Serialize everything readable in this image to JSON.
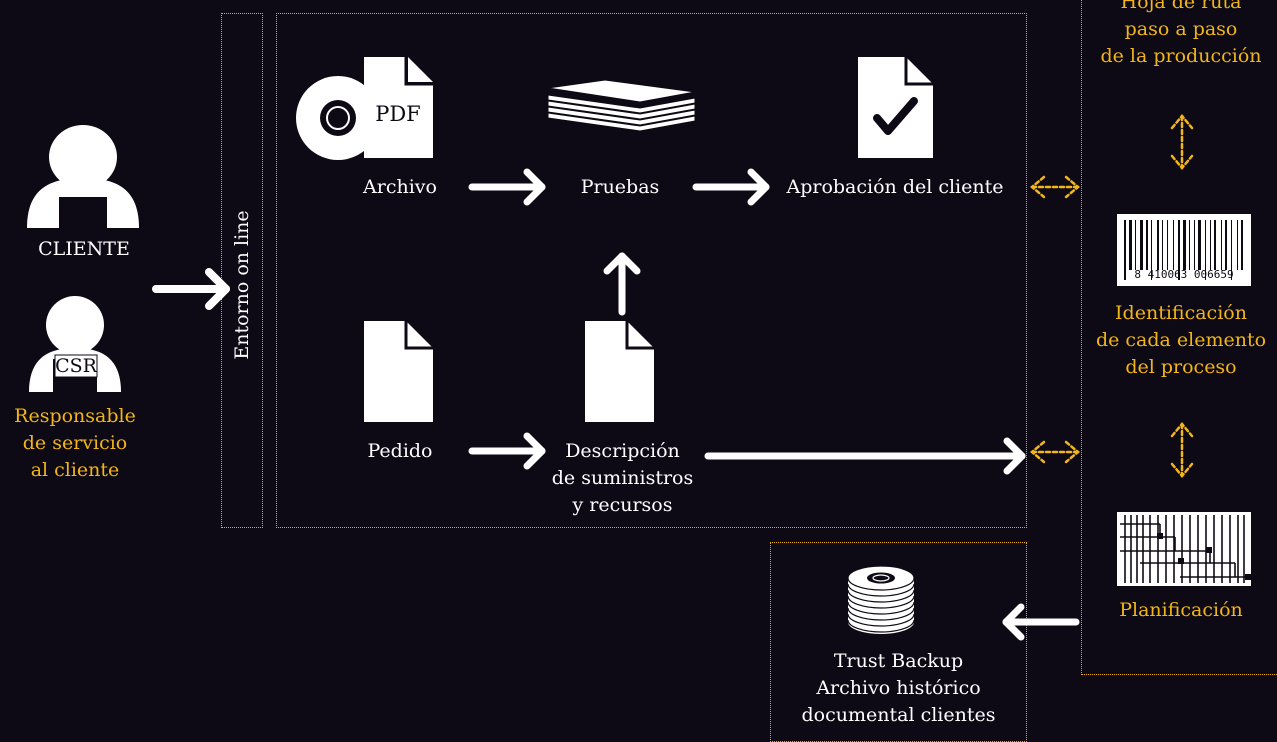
{
  "left": {
    "cliente_label": "CLIENTE",
    "csr_badge": "CSR",
    "csr_desc": [
      "Responsable",
      "de servicio",
      "al cliente"
    ]
  },
  "online": {
    "label": "Entorno on line"
  },
  "flow": {
    "archivo": "Archivo",
    "pdf_text": "PDF",
    "pruebas": "Pruebas",
    "aprobacion": "Aprobación del cliente",
    "pedido": "Pedido",
    "descripcion": [
      "Descripción",
      "de suministros",
      "y recursos"
    ]
  },
  "right": {
    "hoja": [
      "Hoja de ruta",
      "paso a paso",
      "de la producción"
    ],
    "barcode_number": "8 410063 006659",
    "identificacion": [
      "Identificación",
      "de cada elemento",
      "del proceso"
    ],
    "planificacion": "Planificación"
  },
  "backup": {
    "lines": [
      "Trust Backup",
      "Archivo histórico",
      "documental clientes"
    ]
  },
  "colors": {
    "background": "#0e0a15",
    "accent": "#f2b51a",
    "border": "#e9b000",
    "foreground": "#ffffff"
  }
}
